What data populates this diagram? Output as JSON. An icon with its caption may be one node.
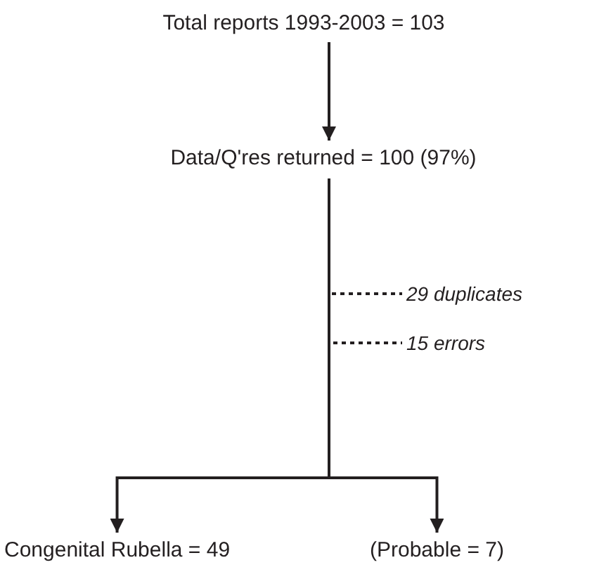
{
  "diagram": {
    "nodes": [
      {
        "text": [
          "Total reports 1993-2003 = 103"
        ]
      },
      {
        "text": [
          "Data/Q'res returned = 100 (97%)"
        ]
      },
      {
        "text": [
          "29 duplicates"
        ]
      },
      {
        "text": [
          "15 errors"
        ]
      },
      {
        "text": [
          "Congenital Rubella = 49"
        ]
      },
      {
        "text": [
          "(Probable = 7)"
        ]
      }
    ],
    "edges": [
      {
        "from": 0,
        "to": 1,
        "arrow": "to"
      },
      {
        "from": 1,
        "to": 2,
        "arrow": "none",
        "style": "dashed"
      },
      {
        "from": 1,
        "to": 3,
        "arrow": "none",
        "style": "dashed"
      },
      {
        "from": 1,
        "to": 4,
        "arrow": "to"
      },
      {
        "from": 1,
        "to": 5,
        "arrow": "to"
      }
    ]
  }
}
